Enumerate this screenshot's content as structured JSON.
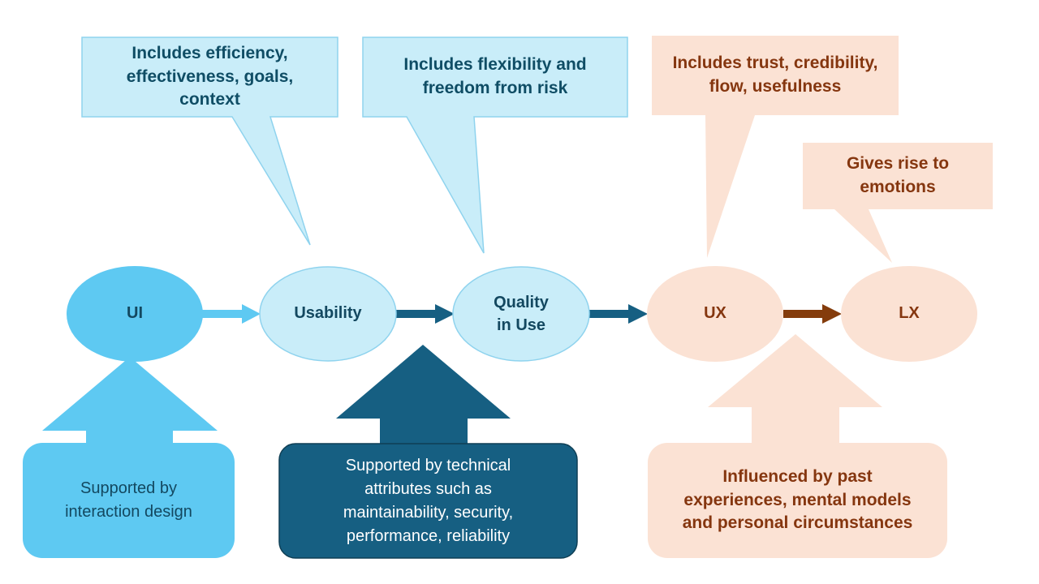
{
  "colors": {
    "light_blue_fill": "#c9edf9",
    "light_blue_stroke": "#8fd3ee",
    "bright_blue": "#5ec9f2",
    "dark_teal": "#165f82",
    "peach": "#fbe2d4",
    "brown_arrow": "#843c0c",
    "text_dark_teal": "#0f4d65",
    "text_brown": "#85360f"
  },
  "nodes": {
    "ui": "UI",
    "usability": "Usability",
    "quality_line1": "Quality",
    "quality_line2": "in Use",
    "ux": "UX",
    "lx": "LX"
  },
  "callouts": {
    "usability_line1": "Includes efficiency,",
    "usability_line2": "effectiveness, goals,",
    "usability_line3": "context",
    "quality_line1": "Includes flexibility and",
    "quality_line2": "freedom from risk",
    "ux_line1": "Includes trust, credibility,",
    "ux_line2": "flow, usefulness",
    "lx_line1": "Gives rise to",
    "lx_line2": "emotions"
  },
  "supports": {
    "ui_line1": "Supported by",
    "ui_line2": "interaction design",
    "quality_line1": "Supported by technical",
    "quality_line2": "attributes such as",
    "quality_line3": "maintainability, security,",
    "quality_line4": "performance, reliability",
    "ux_line1": "Influenced by past",
    "ux_line2": "experiences, mental models",
    "ux_line3": "and personal circumstances"
  }
}
